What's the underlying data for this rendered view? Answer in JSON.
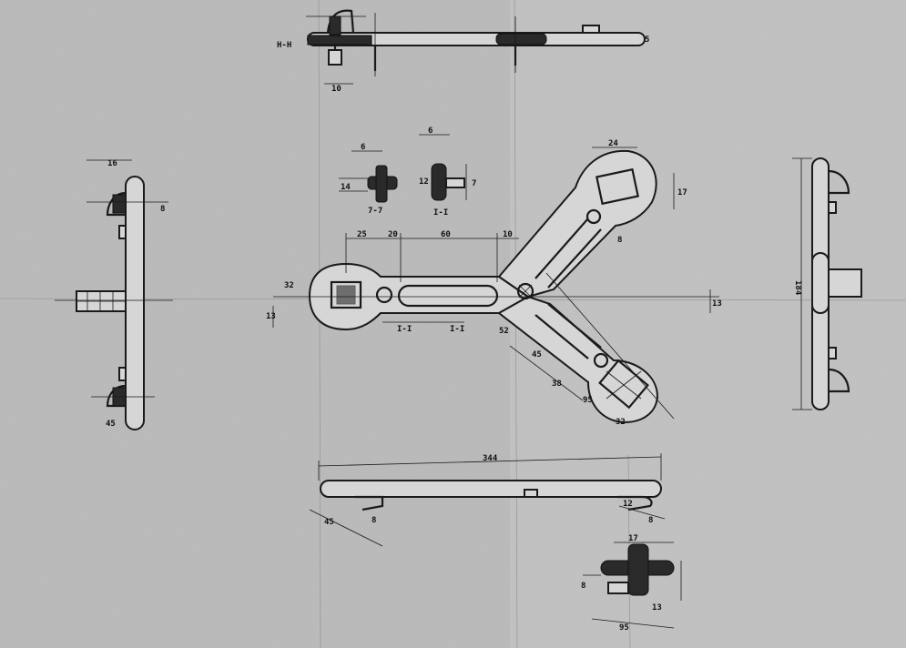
{
  "background_color": "#b9b9b9",
  "line_color": "#1a1a1a",
  "labels": {
    "section_top": "H-H",
    "section_left": "7-7",
    "section_right": "I-I"
  },
  "dimensions": {
    "bottom_length": "344",
    "right_length": "184",
    "slot_len": "60",
    "slot_a": "10",
    "slot_b": "25",
    "slot_c": "20",
    "top_tab": "5",
    "top_left": "10",
    "small_6": "6",
    "small_8": "8",
    "small_16": "16",
    "small_24": "24",
    "small_17": "17",
    "small_13": "13",
    "small_14": "14",
    "small_12": "12",
    "small_45": "45",
    "small_95": "95",
    "small_52": "52",
    "small_38": "38",
    "small_32": "32",
    "small_7": "7"
  }
}
